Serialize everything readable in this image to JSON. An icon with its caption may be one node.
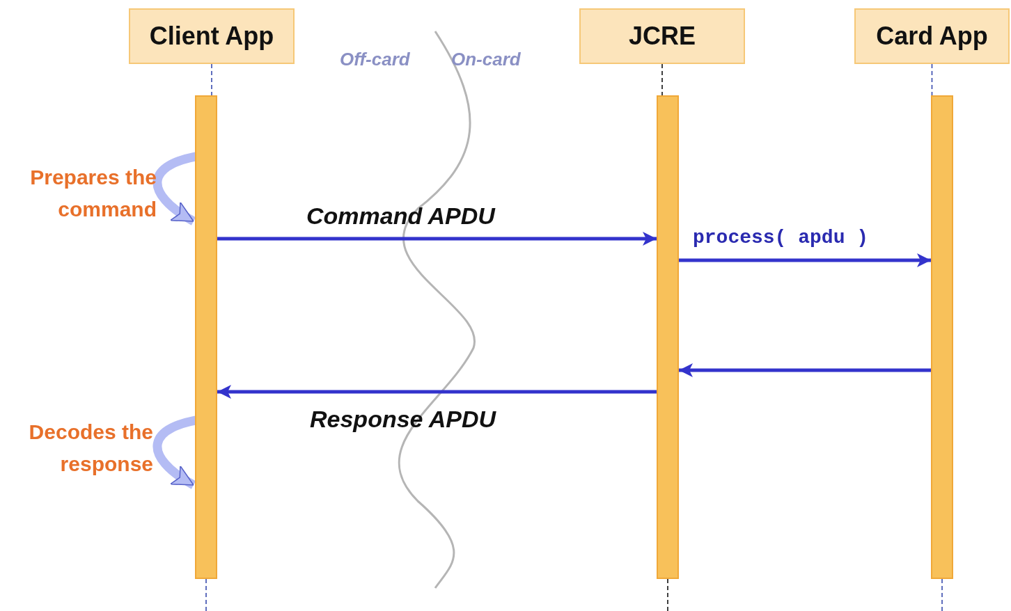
{
  "diagram": {
    "nodes": [
      {
        "text": [
          "Client App"
        ]
      },
      {
        "text": [
          "JCRE"
        ]
      },
      {
        "text": [
          "Card App"
        ]
      },
      {
        "text": [],
        "shape": "bar"
      },
      {
        "text": [],
        "shape": "bar"
      },
      {
        "text": [],
        "shape": "bar"
      }
    ],
    "edges": [
      {
        "from": 0,
        "to": 3,
        "arrow": "none",
        "style": "dashed",
        "color": "#2b3fa8"
      },
      {
        "from": 3,
        "to": null,
        "arrow": "none",
        "style": "dashed",
        "color": "#2b3fa8"
      },
      {
        "from": 1,
        "to": 4,
        "arrow": "none",
        "style": "dashed",
        "color": "#000000"
      },
      {
        "from": 4,
        "to": null,
        "arrow": "none",
        "style": "dashed",
        "color": "#000000"
      },
      {
        "from": 2,
        "to": 5,
        "arrow": "none",
        "style": "dashed",
        "color": "#2b3fa8"
      },
      {
        "from": 5,
        "to": null,
        "arrow": "none",
        "style": "dashed",
        "color": "#2b3fa8"
      },
      {
        "from": 3,
        "to": 3,
        "arrow": "to",
        "label": "Prepares the command",
        "style": "thick",
        "color": "#b4bcf4"
      },
      {
        "from": 3,
        "to": 4,
        "arrow": "to",
        "label": "Command APDU",
        "style": "thick"
      },
      {
        "from": 4,
        "to": 5,
        "arrow": "to",
        "label": "process( apdu )",
        "style": "thick"
      },
      {
        "from": 5,
        "to": 4,
        "arrow": "to",
        "style": "thick"
      },
      {
        "from": 4,
        "to": 3,
        "arrow": "to",
        "label": "Response APDU",
        "style": "thick"
      },
      {
        "from": 3,
        "to": 3,
        "arrow": "to",
        "label": "Decodes the response",
        "style": "thick",
        "color": "#b4bcf4"
      }
    ],
    "labels": [
      "Off-card",
      "On-card"
    ]
  }
}
